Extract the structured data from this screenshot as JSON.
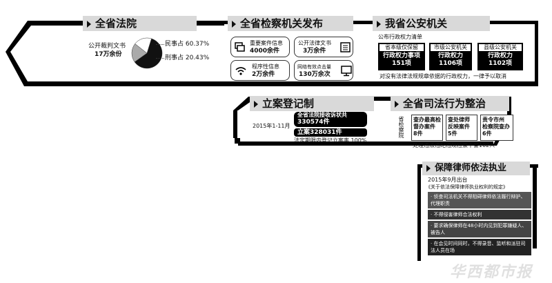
{
  "courts": {
    "title": "全省法院",
    "doc_label": "公开裁判文书",
    "doc_count": "17万余份",
    "civil": "民事占 60.37%",
    "criminal": "刑事占 20.43%",
    "pie": {
      "civil_pct": 60.37,
      "criminal_pct": 20.43
    }
  },
  "procuratorate": {
    "title": "全省检察机关发布",
    "items": [
      {
        "label": "重要案件信息",
        "value": "4000余件",
        "icon": "folders-icon"
      },
      {
        "label": "公开法律文书",
        "value": "3万余件",
        "icon": "document-list-icon"
      },
      {
        "label": "程序性信息",
        "value": "2万余件",
        "icon": "wifi-icon"
      },
      {
        "label": "网络有效点击量",
        "value": "130万余次",
        "icon": "monitor-icon"
      }
    ]
  },
  "police": {
    "title": "我省公安机关",
    "subtitle": "公布行政权力清单",
    "boxes": [
      {
        "level": "省本级仅保留",
        "line1": "行政权力事项",
        "line2": "151项"
      },
      {
        "level": "市级公安机关",
        "line1": "行政权力",
        "line2": "1106项"
      },
      {
        "level": "县级公安机关",
        "line1": "行政权力",
        "line2": "1102项"
      }
    ],
    "note": "对没有法律法规规章依据的行政权力，一律予以取消"
  },
  "registration": {
    "title": "立案登记制",
    "period": "2015年1-11月",
    "received_line1": "全省法院接收诉状共",
    "received_line2": "330574件",
    "filed": "立案328031件",
    "rate": "法定期限内登记立案率 100%"
  },
  "judicial": {
    "title": "全省司法行为整治",
    "side_label": "省检察院",
    "cases": [
      {
        "line1": "查办最高检",
        "line2": "督办案件",
        "line3": "8件"
      },
      {
        "line1": "查处律师",
        "line2": "反映案件",
        "line3": "5件"
      },
      {
        "line1": "责令市州",
        "line2": "检察院查办",
        "line3": "6件"
      }
    ],
    "footer": "处理违法违纪违规检察干警102人"
  },
  "lawyers": {
    "title": "保障律师依法执业",
    "date": "2015年9月出台",
    "regulation": "《关于依法保障律师执业权利的规定》",
    "points": [
      "· 侦查司法机关不得阻碍律师依法履行辩护、代理职责",
      "· 不得侵害律师合法权利",
      "· 要求确保律师在48小时内见到犯罪嫌疑人、被告人",
      "· 在会见时间同时，不得录音、监听和派驻司法人员在场"
    ]
  },
  "watermark": "华西都市报"
}
